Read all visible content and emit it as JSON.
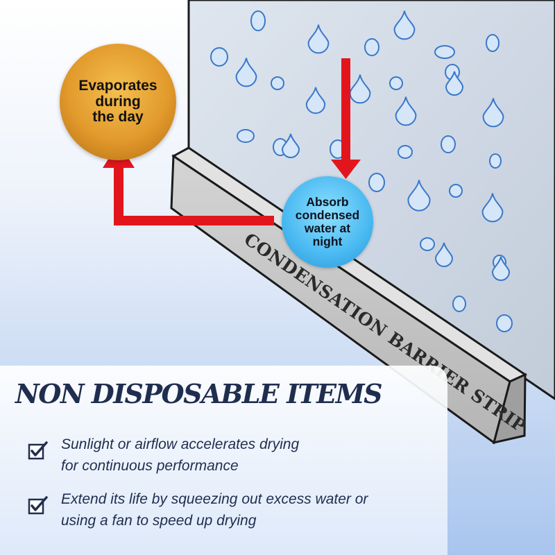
{
  "illustration": {
    "strip_label": "CONDENSATION BARRIER STRIP",
    "callout_evaporate": [
      "Evaporates",
      "during",
      "the day"
    ],
    "callout_absorb": [
      "Absorb",
      "condensed",
      "water at",
      "night"
    ],
    "colors": {
      "arrow": "#e3151c",
      "evaporate_bubble": "#e29a2c",
      "absorb_bubble": "#49b9f1",
      "strip": "#c9c9c9"
    }
  },
  "panel": {
    "title": "NON DISPOSABLE ITEMS",
    "features": [
      {
        "icon": "checkbox-checked-icon",
        "lines": [
          "Sunlight or airflow accelerates drying",
          "for continuous performance"
        ]
      },
      {
        "icon": "checkbox-checked-icon",
        "lines": [
          "Extend its life by squeezing out excess water or",
          "using a fan to speed up drying"
        ]
      }
    ]
  }
}
